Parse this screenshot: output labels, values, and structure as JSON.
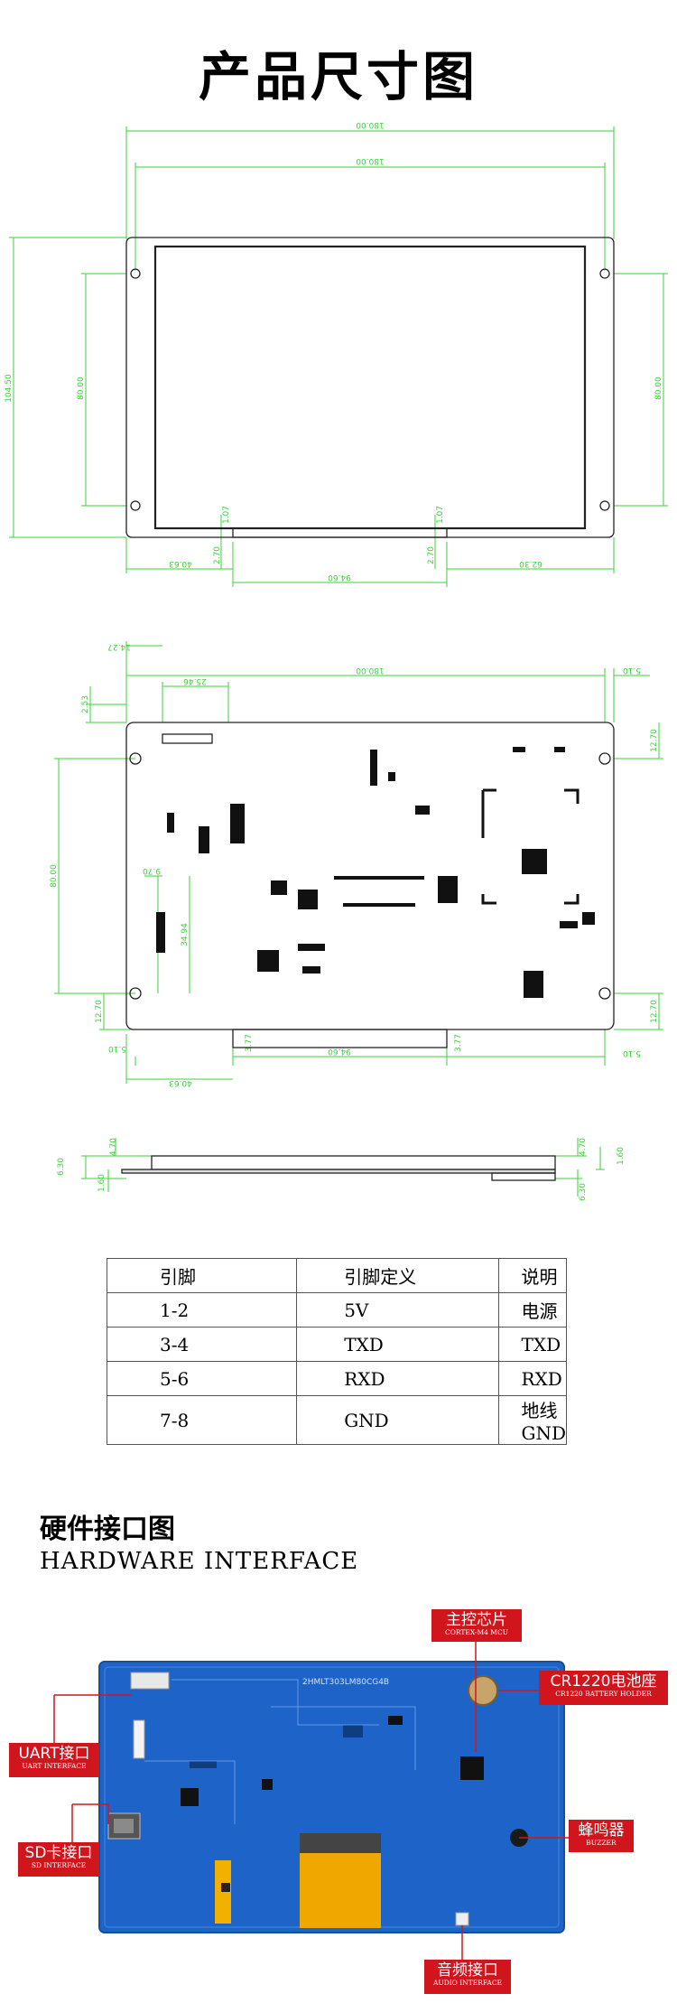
{
  "page_title": "产品尺寸图",
  "front_view": {
    "dims": {
      "overall_width": "180.00",
      "hole_spacing_width": "180.00",
      "overall_height": "104.50",
      "hole_spacing_height": "80.00",
      "right_hole_height": "80.00",
      "tab_left_offset": "40.63",
      "tab_width": "94.60",
      "tab_right_offset": "62.30",
      "tab_height_left": "2.70",
      "tab_height_right": "2.70",
      "tab_gap_left": "1.07",
      "tab_gap_right": "1.07"
    }
  },
  "back_view": {
    "dims": {
      "connector_offset": "14.27",
      "connector_width": "25.46",
      "top_width": "180.00",
      "right_edge_top": "5.10",
      "hole_right_top": "12.70",
      "left_top": "2.53",
      "height": "80.00",
      "uart_offset": "9.70",
      "uart_length": "34.94",
      "bottom_left_hole": "12.70",
      "left_bottom": "5.10",
      "bottom_offset": "40.63",
      "tab_left": "3.77",
      "tab_width": "94.60",
      "tab_right": "3.77",
      "hole_right_bottom": "12.70",
      "right_edge_bottom": "5.10"
    }
  },
  "side_view": {
    "dims": {
      "top_left": "4.70",
      "thickness_left": "6.30",
      "base_left": "1.60",
      "top_right": "4.70",
      "base_right": "1.60",
      "thickness_right": "6.30"
    }
  },
  "pin_table": {
    "headers": [
      "引脚",
      "引脚定义",
      "说明"
    ],
    "rows": [
      [
        "1-2",
        "5V",
        "电源"
      ],
      [
        "3-4",
        "TXD",
        "TXD"
      ],
      [
        "5-6",
        "RXD",
        "RXD"
      ],
      [
        "7-8",
        "GND",
        "地线GND"
      ]
    ]
  },
  "hardware": {
    "title": "硬件接口图",
    "subtitle": "HARDWARE INTERFACE",
    "board_silk": "2HMLT303LM80CG4B",
    "labels": {
      "mcu": {
        "cn": "主控芯片",
        "en": "CORTEX-M4 MCU"
      },
      "battery": {
        "cn": "CR1220电池座",
        "en": "CR1220 BATTERY HOLDER"
      },
      "uart": {
        "cn": "UART接口",
        "en": "UART INTERFACE"
      },
      "buzzer": {
        "cn": "蜂鸣器",
        "en": "BUZZER"
      },
      "sd": {
        "cn": "SD卡接口",
        "en": "SD INTERFACE"
      },
      "audio": {
        "cn": "音频接口",
        "en": "AUDIO INTERFACE"
      }
    }
  },
  "colors": {
    "dimension": "#3cd23c",
    "label": "#d0161c",
    "board": "#1e64c8"
  }
}
